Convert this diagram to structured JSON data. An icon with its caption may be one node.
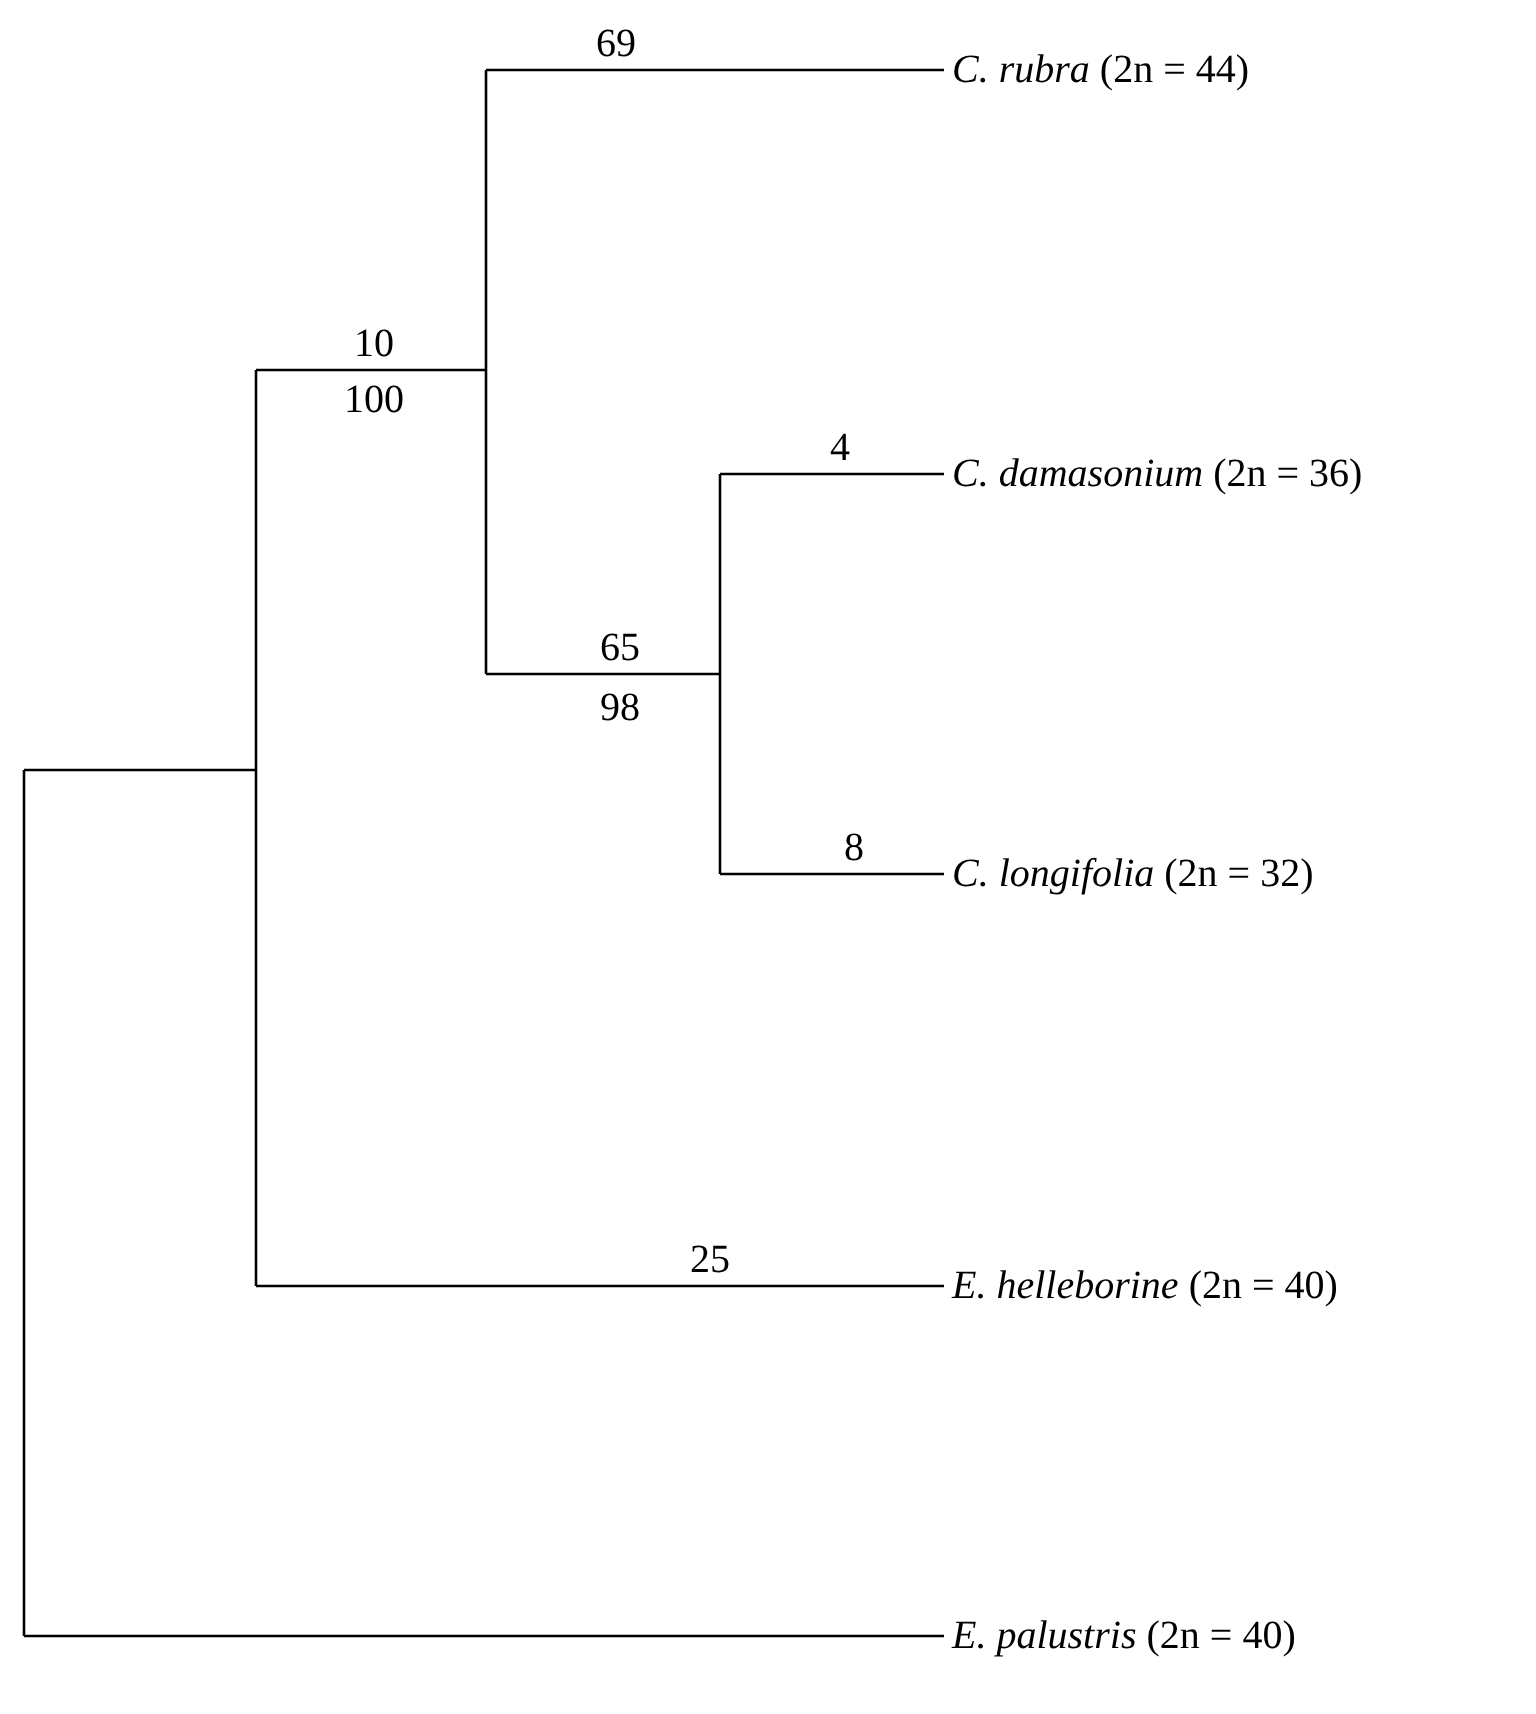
{
  "diagram": {
    "nodes": [
      {
        "text": [],
        "shape": "bar"
      },
      {
        "text": [],
        "shape": "bar"
      },
      {
        "text": [],
        "shape": "bar"
      },
      {
        "text": [],
        "shape": "bar"
      },
      {
        "text": [
          "*C. rubra* (2n = 44)"
        ]
      },
      {
        "text": [
          "*C. damasonium* (2n = 36)"
        ]
      },
      {
        "text": [
          "*C. longifolia* (2n = 32)"
        ]
      },
      {
        "text": [
          "*E. helleborine* (2n = 40)"
        ]
      },
      {
        "text": [
          "*E. palustris* (2n = 40)"
        ]
      }
    ],
    "edges": [
      {
        "from": 0,
        "to": 1,
        "arrow": "none"
      },
      {
        "from": 0,
        "to": 8,
        "arrow": "none"
      },
      {
        "from": 1,
        "to": 2,
        "arrow": "none",
        "label": "10"
      },
      {
        "from": 1,
        "to": 7,
        "arrow": "none",
        "label": "25"
      },
      {
        "from": 2,
        "to": 4,
        "arrow": "none",
        "label": "69"
      },
      {
        "from": 2,
        "to": 3,
        "arrow": "none",
        "label": "65"
      },
      {
        "from": 3,
        "to": 5,
        "arrow": "none",
        "label": "4"
      },
      {
        "from": 3,
        "to": 6,
        "arrow": "none",
        "label": "8"
      }
    ],
    "labels": [
      "100",
      "98"
    ]
  }
}
